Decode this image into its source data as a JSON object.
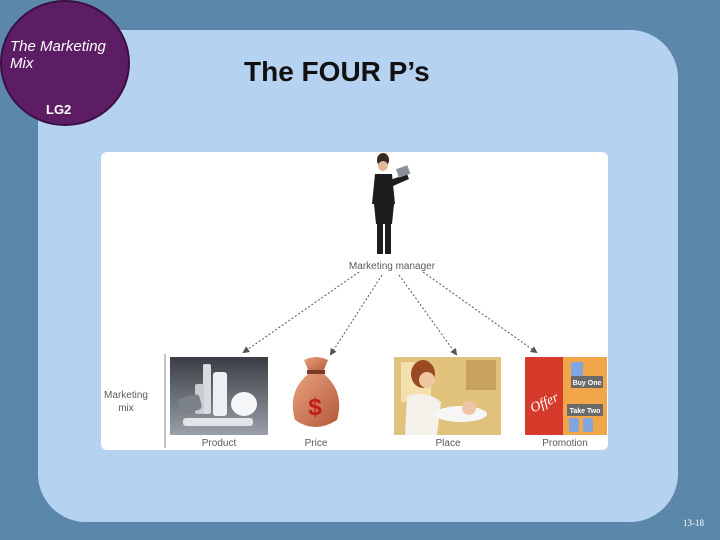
{
  "badge": {
    "title": "The Marketing Mix",
    "code": "LG2"
  },
  "slide": {
    "title": "The FOUR P’s",
    "number": "13-18"
  },
  "diagram": {
    "manager_label": "Marketing manager",
    "mix_label_line1": "Marketing",
    "mix_label_line2": "mix",
    "items": [
      {
        "label": "Product"
      },
      {
        "label": "Price",
        "symbol": "$"
      },
      {
        "label": "Place"
      },
      {
        "label": "Promotion",
        "offer": "Offer",
        "buy_one": "Buy One",
        "take_two": "Take Two"
      }
    ]
  },
  "colors": {
    "background": "#5b87aa",
    "panel": "#b6d2f1",
    "badge": "#5c1d64",
    "promotion_red": "#d63a2a"
  }
}
